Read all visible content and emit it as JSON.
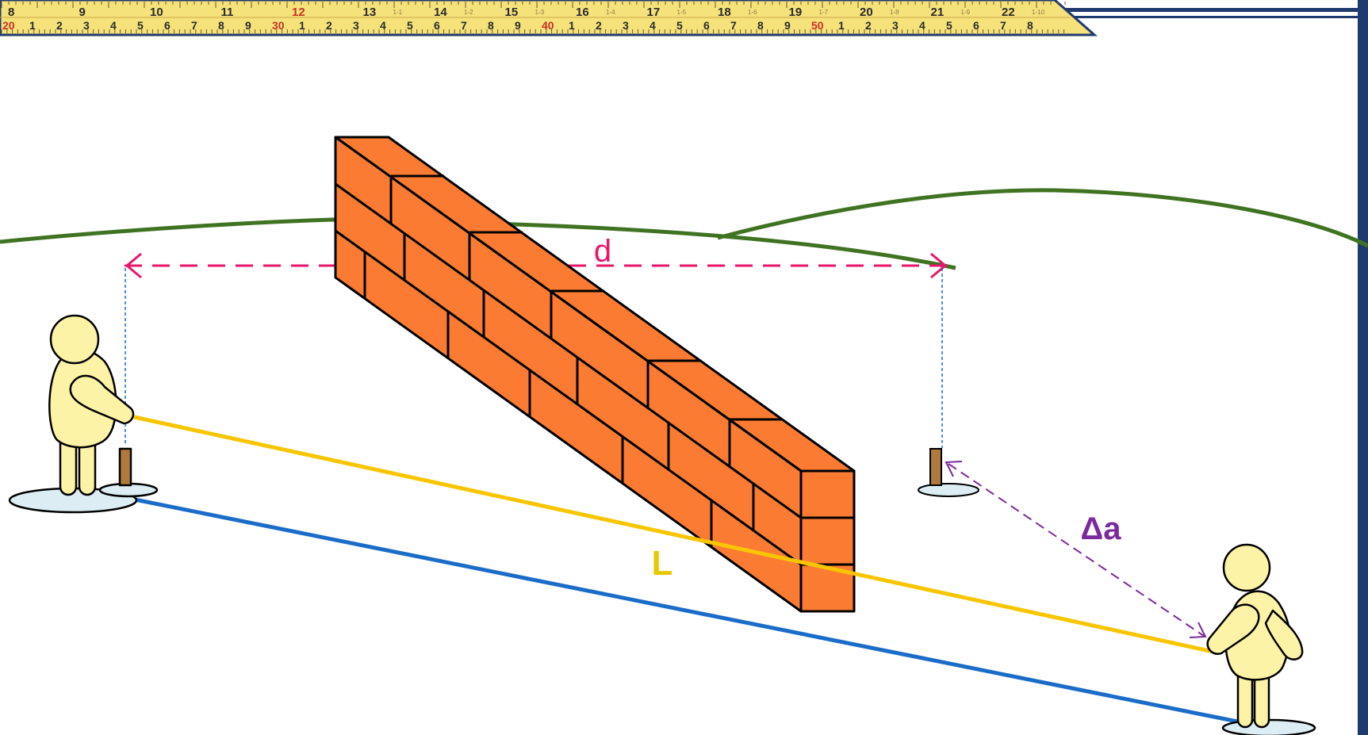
{
  "labels": {
    "distance": "d",
    "rope_length": "L",
    "delta": "Δa"
  },
  "tape": {
    "inch_marks": [
      "8",
      "9",
      "10",
      "11",
      "12",
      "13",
      "14",
      "15",
      "16",
      "17",
      "18",
      "19",
      "20",
      "21",
      "22"
    ],
    "small_marks": [
      "1-1",
      "1-2",
      "1-3",
      "1-4",
      "1-5",
      "1-6",
      "1-7",
      "1-8",
      "1-9",
      "1-10"
    ],
    "cm_numbers": [
      "20",
      "1",
      "2",
      "3",
      "4",
      "5",
      "6",
      "7",
      "8",
      "9",
      "30",
      "1",
      "2",
      "3",
      "4",
      "5",
      "6",
      "7",
      "8",
      "9",
      "40",
      "1",
      "2",
      "3",
      "4",
      "5",
      "6",
      "7",
      "8",
      "9",
      "50",
      "1",
      "2",
      "3",
      "4",
      "5",
      "6",
      "7",
      "8"
    ]
  },
  "colors": {
    "tape_yellow": "#f6e27a",
    "tape_edge": "#1f3a6e",
    "frame_blue": "#1f3a6e",
    "brick_orange": "#fb7b33",
    "brick_outline": "#000000",
    "hill_green": "#3f7322",
    "d_arrow_pink": "#e8156b",
    "rope_yellow": "#f7c600",
    "ground_blue": "#1a6cc8",
    "delta_purple": "#7b2a9c",
    "label_L": "#e6c800",
    "person_fill": "#fdf3a6",
    "shadow_fill": "#dcedf4",
    "stake_brown": "#b07a3e"
  },
  "icons": {
    "left_person": "person-icon",
    "right_person": "person-icon",
    "stakes": "stake-icon"
  }
}
